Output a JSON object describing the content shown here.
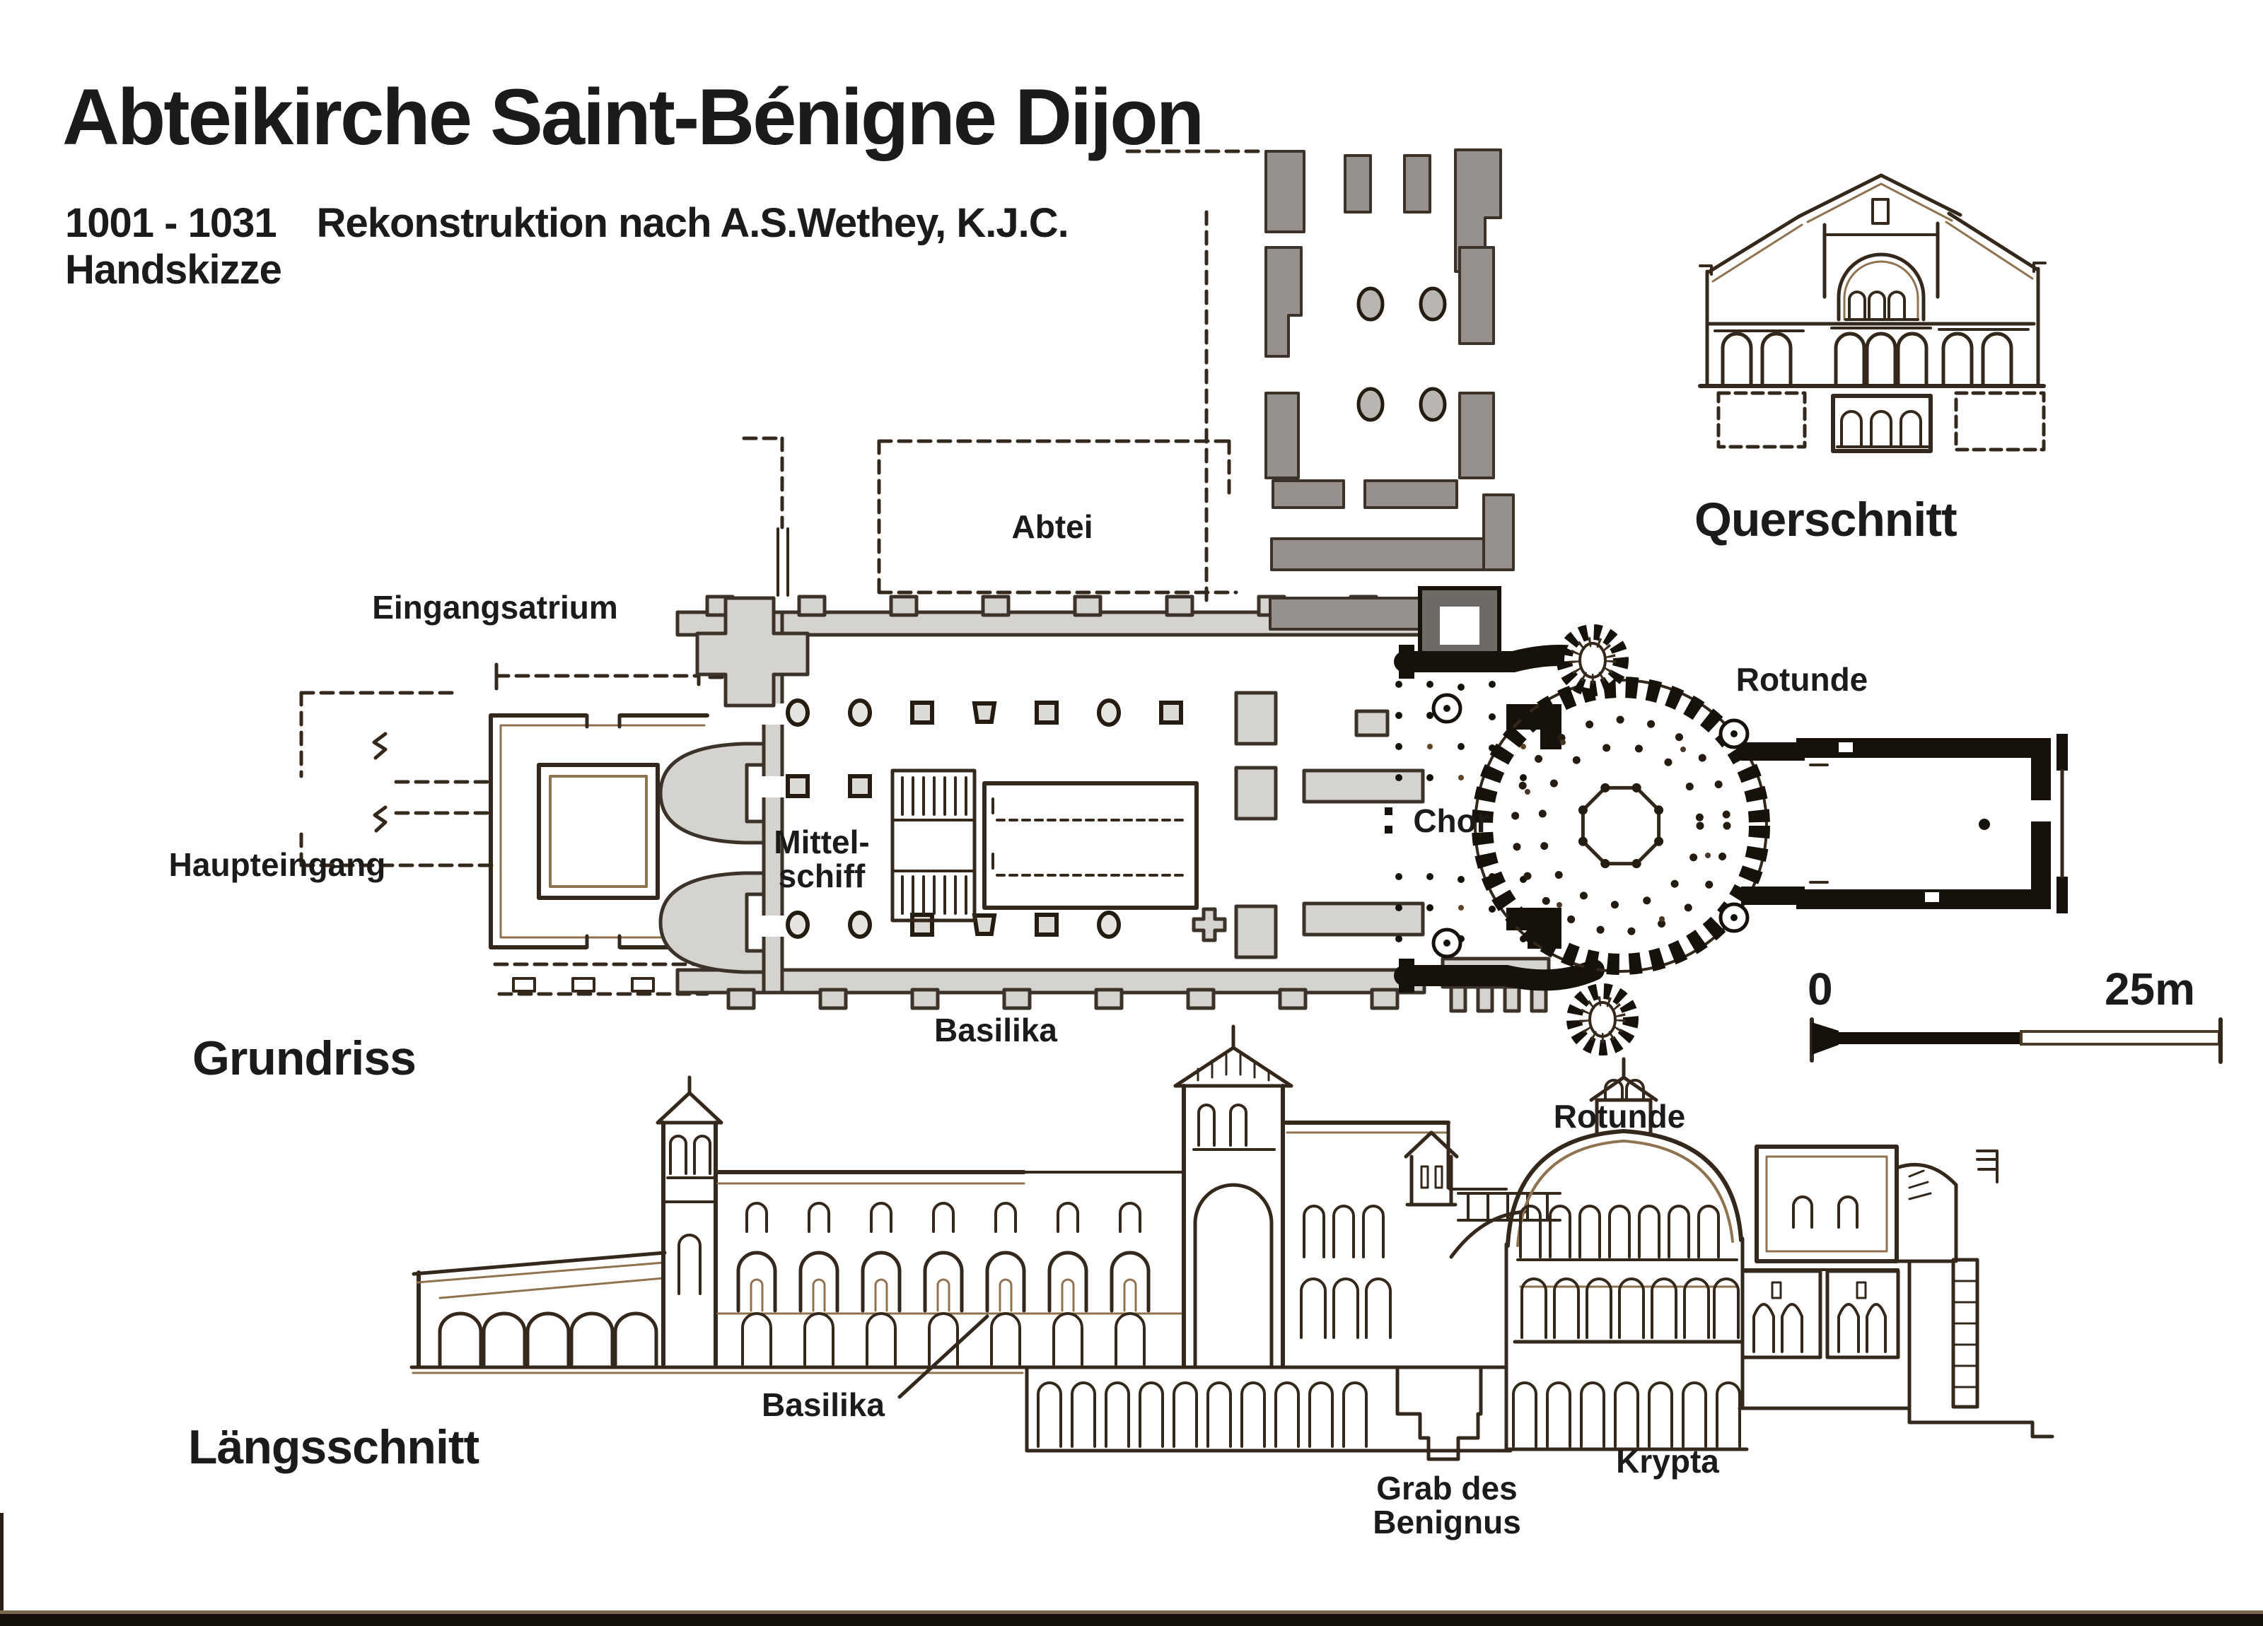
{
  "header": {
    "title": "Abteikirche Saint-Bénigne Dijon",
    "subtitle": "1001 - 1031 Rekonstruktion nach A.S.Wethey, K.J.C.",
    "technique": "Handskizze"
  },
  "cross_section": {
    "title_label": "Querschnitt"
  },
  "floor_plan": {
    "title_label": "Grundriss",
    "labels": {
      "abtei": "Abtei",
      "eingangsatrium": "Eingangsatrium",
      "haupteingang": "Haupteingang",
      "mittelschiff": [
        "Mittel-",
        "schiff"
      ],
      "chor": "Chor",
      "rotunde": "Rotunde",
      "basilika": "Basilika"
    }
  },
  "long_section": {
    "title_label": "Längsschnitt",
    "labels": {
      "rotunde": "Rotunde",
      "basilika": "Basilika",
      "grab_des_benignus": [
        "Grab des",
        "Benignus"
      ],
      "krypta": "Krypta"
    }
  },
  "scale_bar": {
    "zero": "0",
    "max": "25m"
  },
  "colors": {
    "paper": "#ffffff",
    "ink": "#33281b",
    "ink_light": "#8f7350",
    "wall_gray": "#d5d3cf",
    "structure_gray": "#96918d",
    "solid_black": "#17110b",
    "text": "#1c1b19"
  }
}
